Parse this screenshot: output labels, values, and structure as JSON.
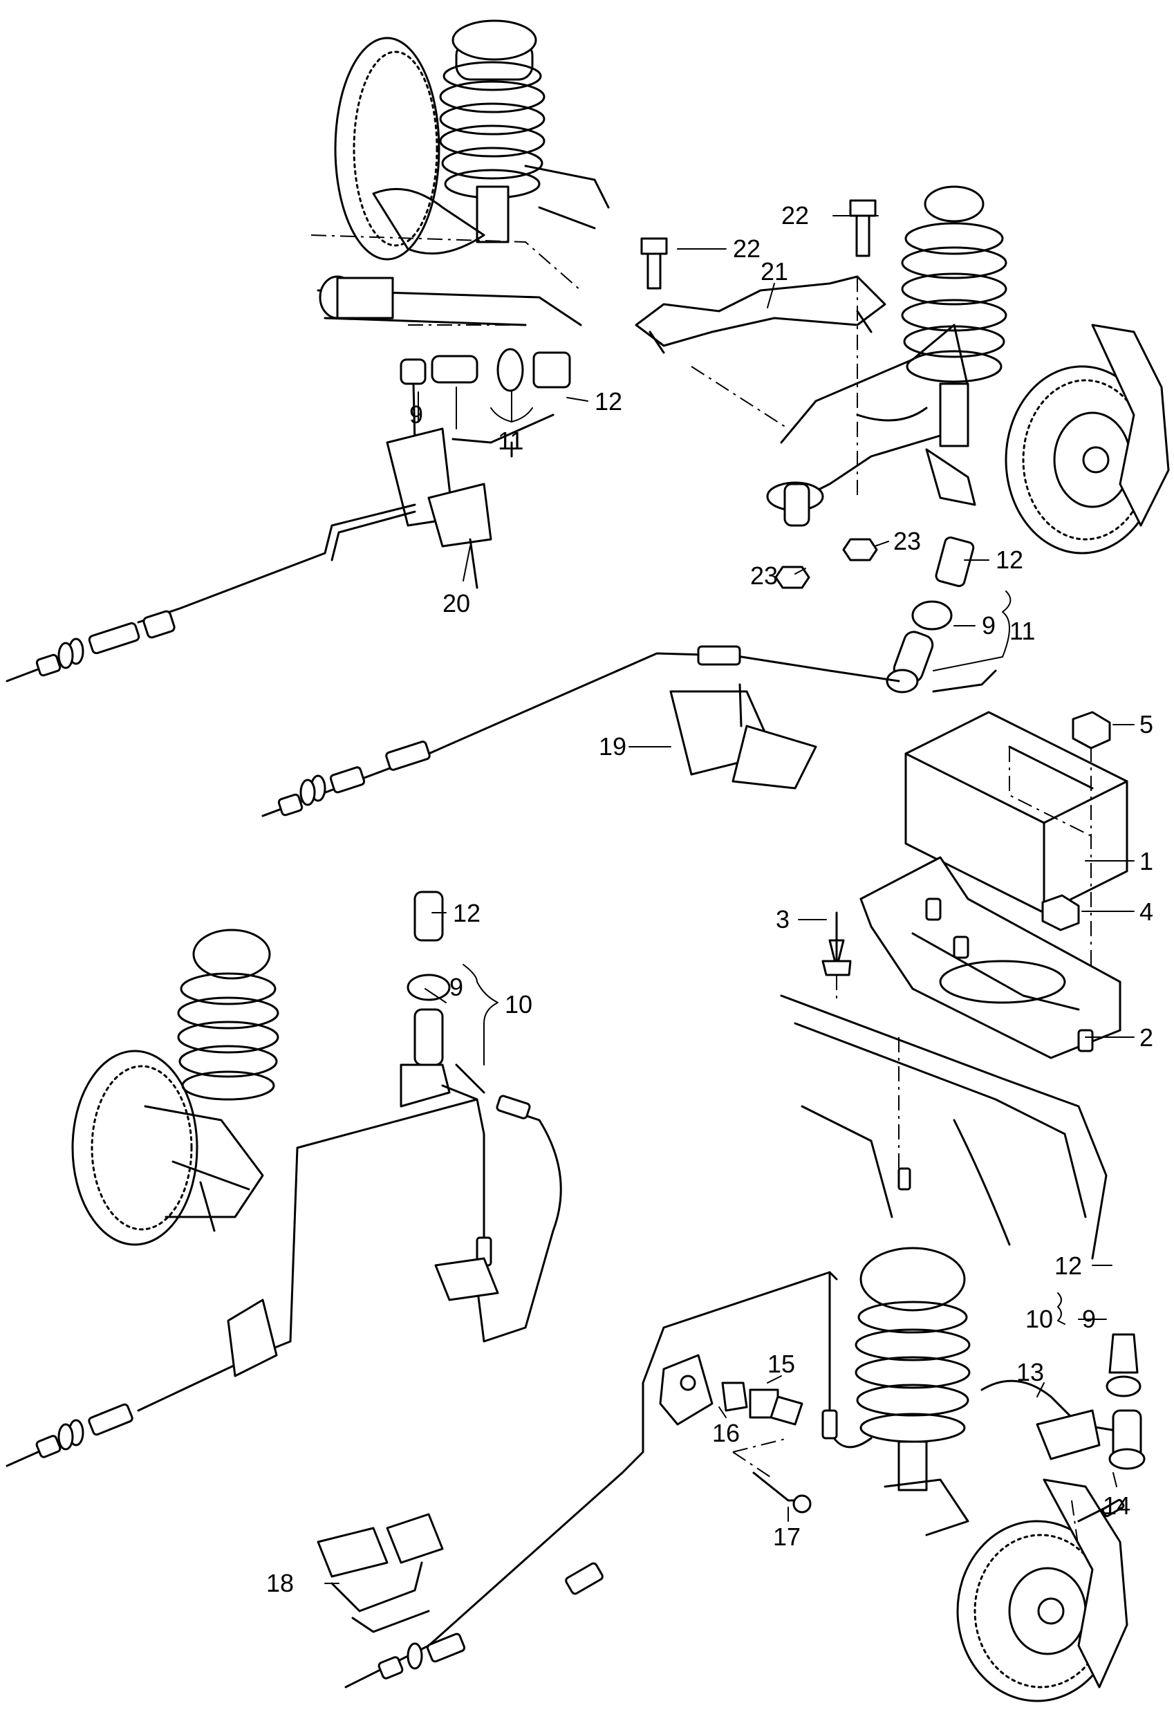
{
  "callouts": [
    {
      "id": "c1",
      "text": "1"
    },
    {
      "id": "c2",
      "text": "2"
    },
    {
      "id": "c3",
      "text": "3"
    },
    {
      "id": "c4",
      "text": "4"
    },
    {
      "id": "c5",
      "text": "5"
    },
    {
      "id": "c9a",
      "text": "9"
    },
    {
      "id": "c9b",
      "text": "9"
    },
    {
      "id": "c9c",
      "text": "9"
    },
    {
      "id": "c9d",
      "text": "9"
    },
    {
      "id": "c10a",
      "text": "10"
    },
    {
      "id": "c10b",
      "text": "10"
    },
    {
      "id": "c11a",
      "text": "11"
    },
    {
      "id": "c11b",
      "text": "11"
    },
    {
      "id": "c12a",
      "text": "12"
    },
    {
      "id": "c12b",
      "text": "12"
    },
    {
      "id": "c12c",
      "text": "12"
    },
    {
      "id": "c12d",
      "text": "12"
    },
    {
      "id": "c13",
      "text": "13"
    },
    {
      "id": "c14",
      "text": "14"
    },
    {
      "id": "c15",
      "text": "15"
    },
    {
      "id": "c16",
      "text": "16"
    },
    {
      "id": "c17",
      "text": "17"
    },
    {
      "id": "c18",
      "text": "18"
    },
    {
      "id": "c19",
      "text": "19"
    },
    {
      "id": "c20",
      "text": "20"
    },
    {
      "id": "c21",
      "text": "21"
    },
    {
      "id": "c22a",
      "text": "22"
    },
    {
      "id": "c22b",
      "text": "22"
    },
    {
      "id": "c23a",
      "text": "23"
    },
    {
      "id": "c23b",
      "text": "23"
    }
  ]
}
